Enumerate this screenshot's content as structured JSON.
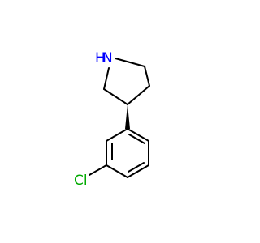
{
  "molecule": {
    "atoms": {
      "nitrogen": {
        "label": "N",
        "color": "#0000ff"
      },
      "hydrogen": {
        "label": "H",
        "color": "#0000ff"
      },
      "chlorine": {
        "label": "Cl",
        "color": "#00aa00"
      }
    },
    "bond_color": "#000000"
  }
}
